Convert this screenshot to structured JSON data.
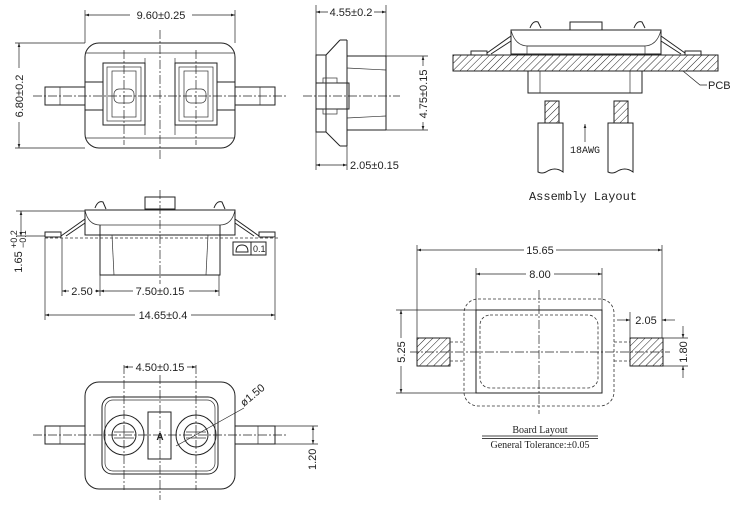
{
  "drawing": {
    "top_view": {
      "width_dim": "9.60±0.25",
      "height_dim": "6.80±0.2"
    },
    "side_view": {
      "depth_dim": "4.55±0.2",
      "height_dim": "4.75±0.15",
      "flange_dim": "2.05±0.15"
    },
    "assembly": {
      "pcb_label": "PCB",
      "wire_label": "18AWG",
      "title": "Assembly Layout"
    },
    "front_view": {
      "height_dim": "1.65",
      "height_tol_plus": "+0.2",
      "height_tol_minus": "−0.1",
      "flatness_value": "0.1",
      "offset_dim": "2.50",
      "body_dim": "7.50±0.15",
      "overall_dim": "14.65±0.4"
    },
    "bottom_view": {
      "pitch_dim": "4.50±0.15",
      "hole_dim": "ø1.50",
      "pin_dim": "1.20",
      "polarity_mark": "A"
    },
    "board_layout": {
      "overall_dim": "15.65",
      "cutout_dim": "8.00",
      "height_dim": "5.25",
      "pad_width_dim": "2.05",
      "pad_height_dim": "1.80",
      "title": "Board Layout",
      "tolerance": "General Tolerance:±0.05"
    }
  }
}
